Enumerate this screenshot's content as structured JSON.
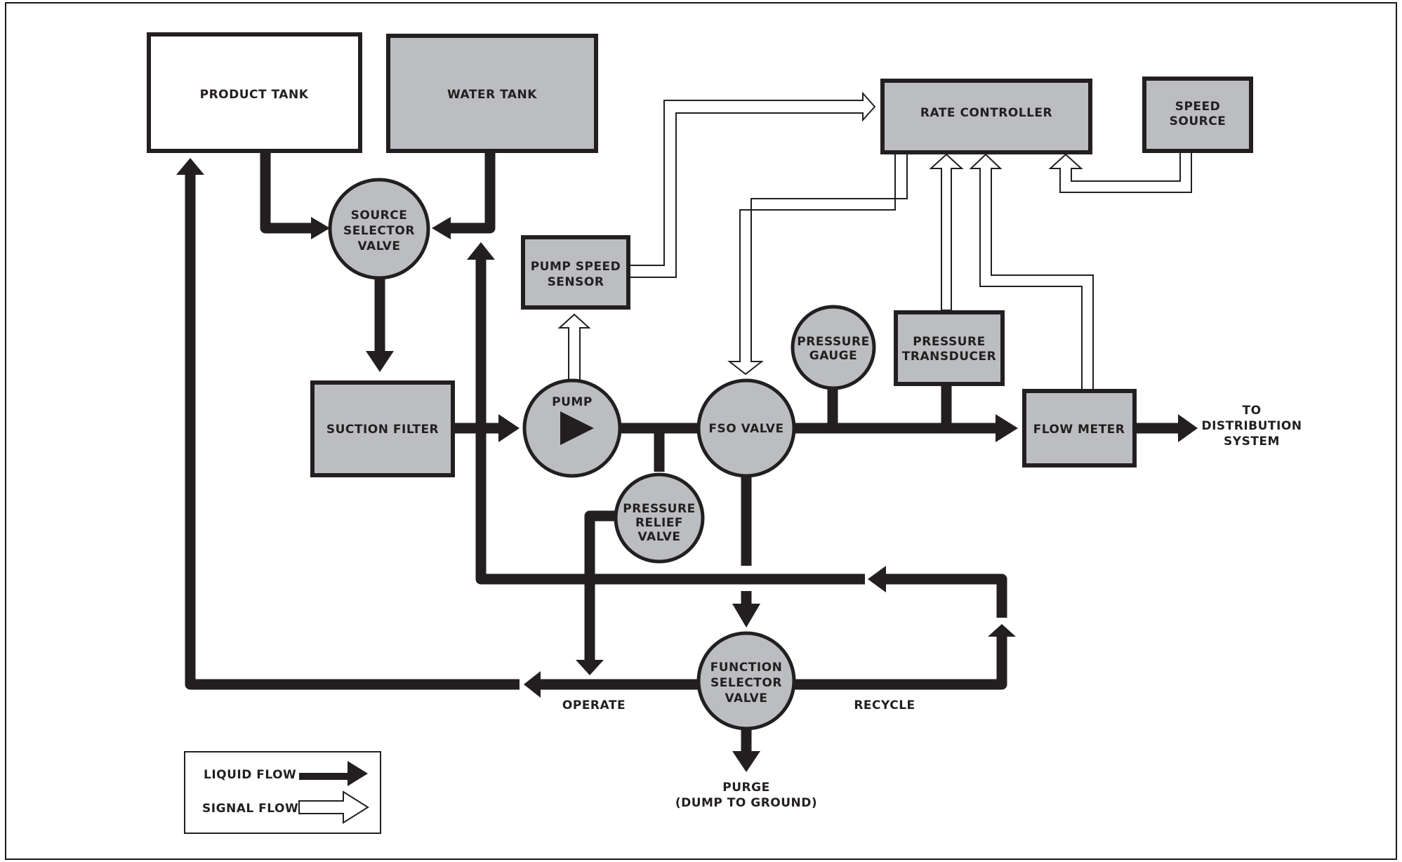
{
  "components": {
    "product_tank": "PRODUCT TANK",
    "water_tank": "WATER TANK",
    "source_selector_valve": [
      "SOURCE",
      "SELECTOR",
      "VALVE"
    ],
    "suction_filter": "SUCTION FILTER",
    "pump": "PUMP",
    "pump_speed_sensor": [
      "PUMP SPEED",
      "SENSOR"
    ],
    "pressure_relief_valve": [
      "PRESSURE",
      "RELIEF",
      "VALVE"
    ],
    "fso_valve": "FSO VALVE",
    "pressure_gauge": [
      "PRESSURE",
      "GAUGE"
    ],
    "pressure_transducer": [
      "PRESSURE",
      "TRANSDUCER"
    ],
    "rate_controller": "RATE CONTROLLER",
    "speed_source": [
      "SPEED",
      "SOURCE"
    ],
    "flow_meter": "FLOW METER",
    "function_selector_valve": [
      "FUNCTION",
      "SELECTOR",
      "VALVE"
    ]
  },
  "outputs": {
    "to_distribution": [
      "TO",
      "DISTRIBUTION",
      "SYSTEM"
    ],
    "operate": "OPERATE",
    "recycle": "RECYCLE",
    "purge": [
      "PURGE",
      "(DUMP TO GROUND)"
    ]
  },
  "legend": {
    "liquid_flow": "LIQUID FLOW",
    "signal_flow": "SIGNAL FLOW"
  },
  "colors": {
    "component_fill": "#bcbdc0",
    "outline": "#231f20",
    "background": "#ffffff"
  }
}
